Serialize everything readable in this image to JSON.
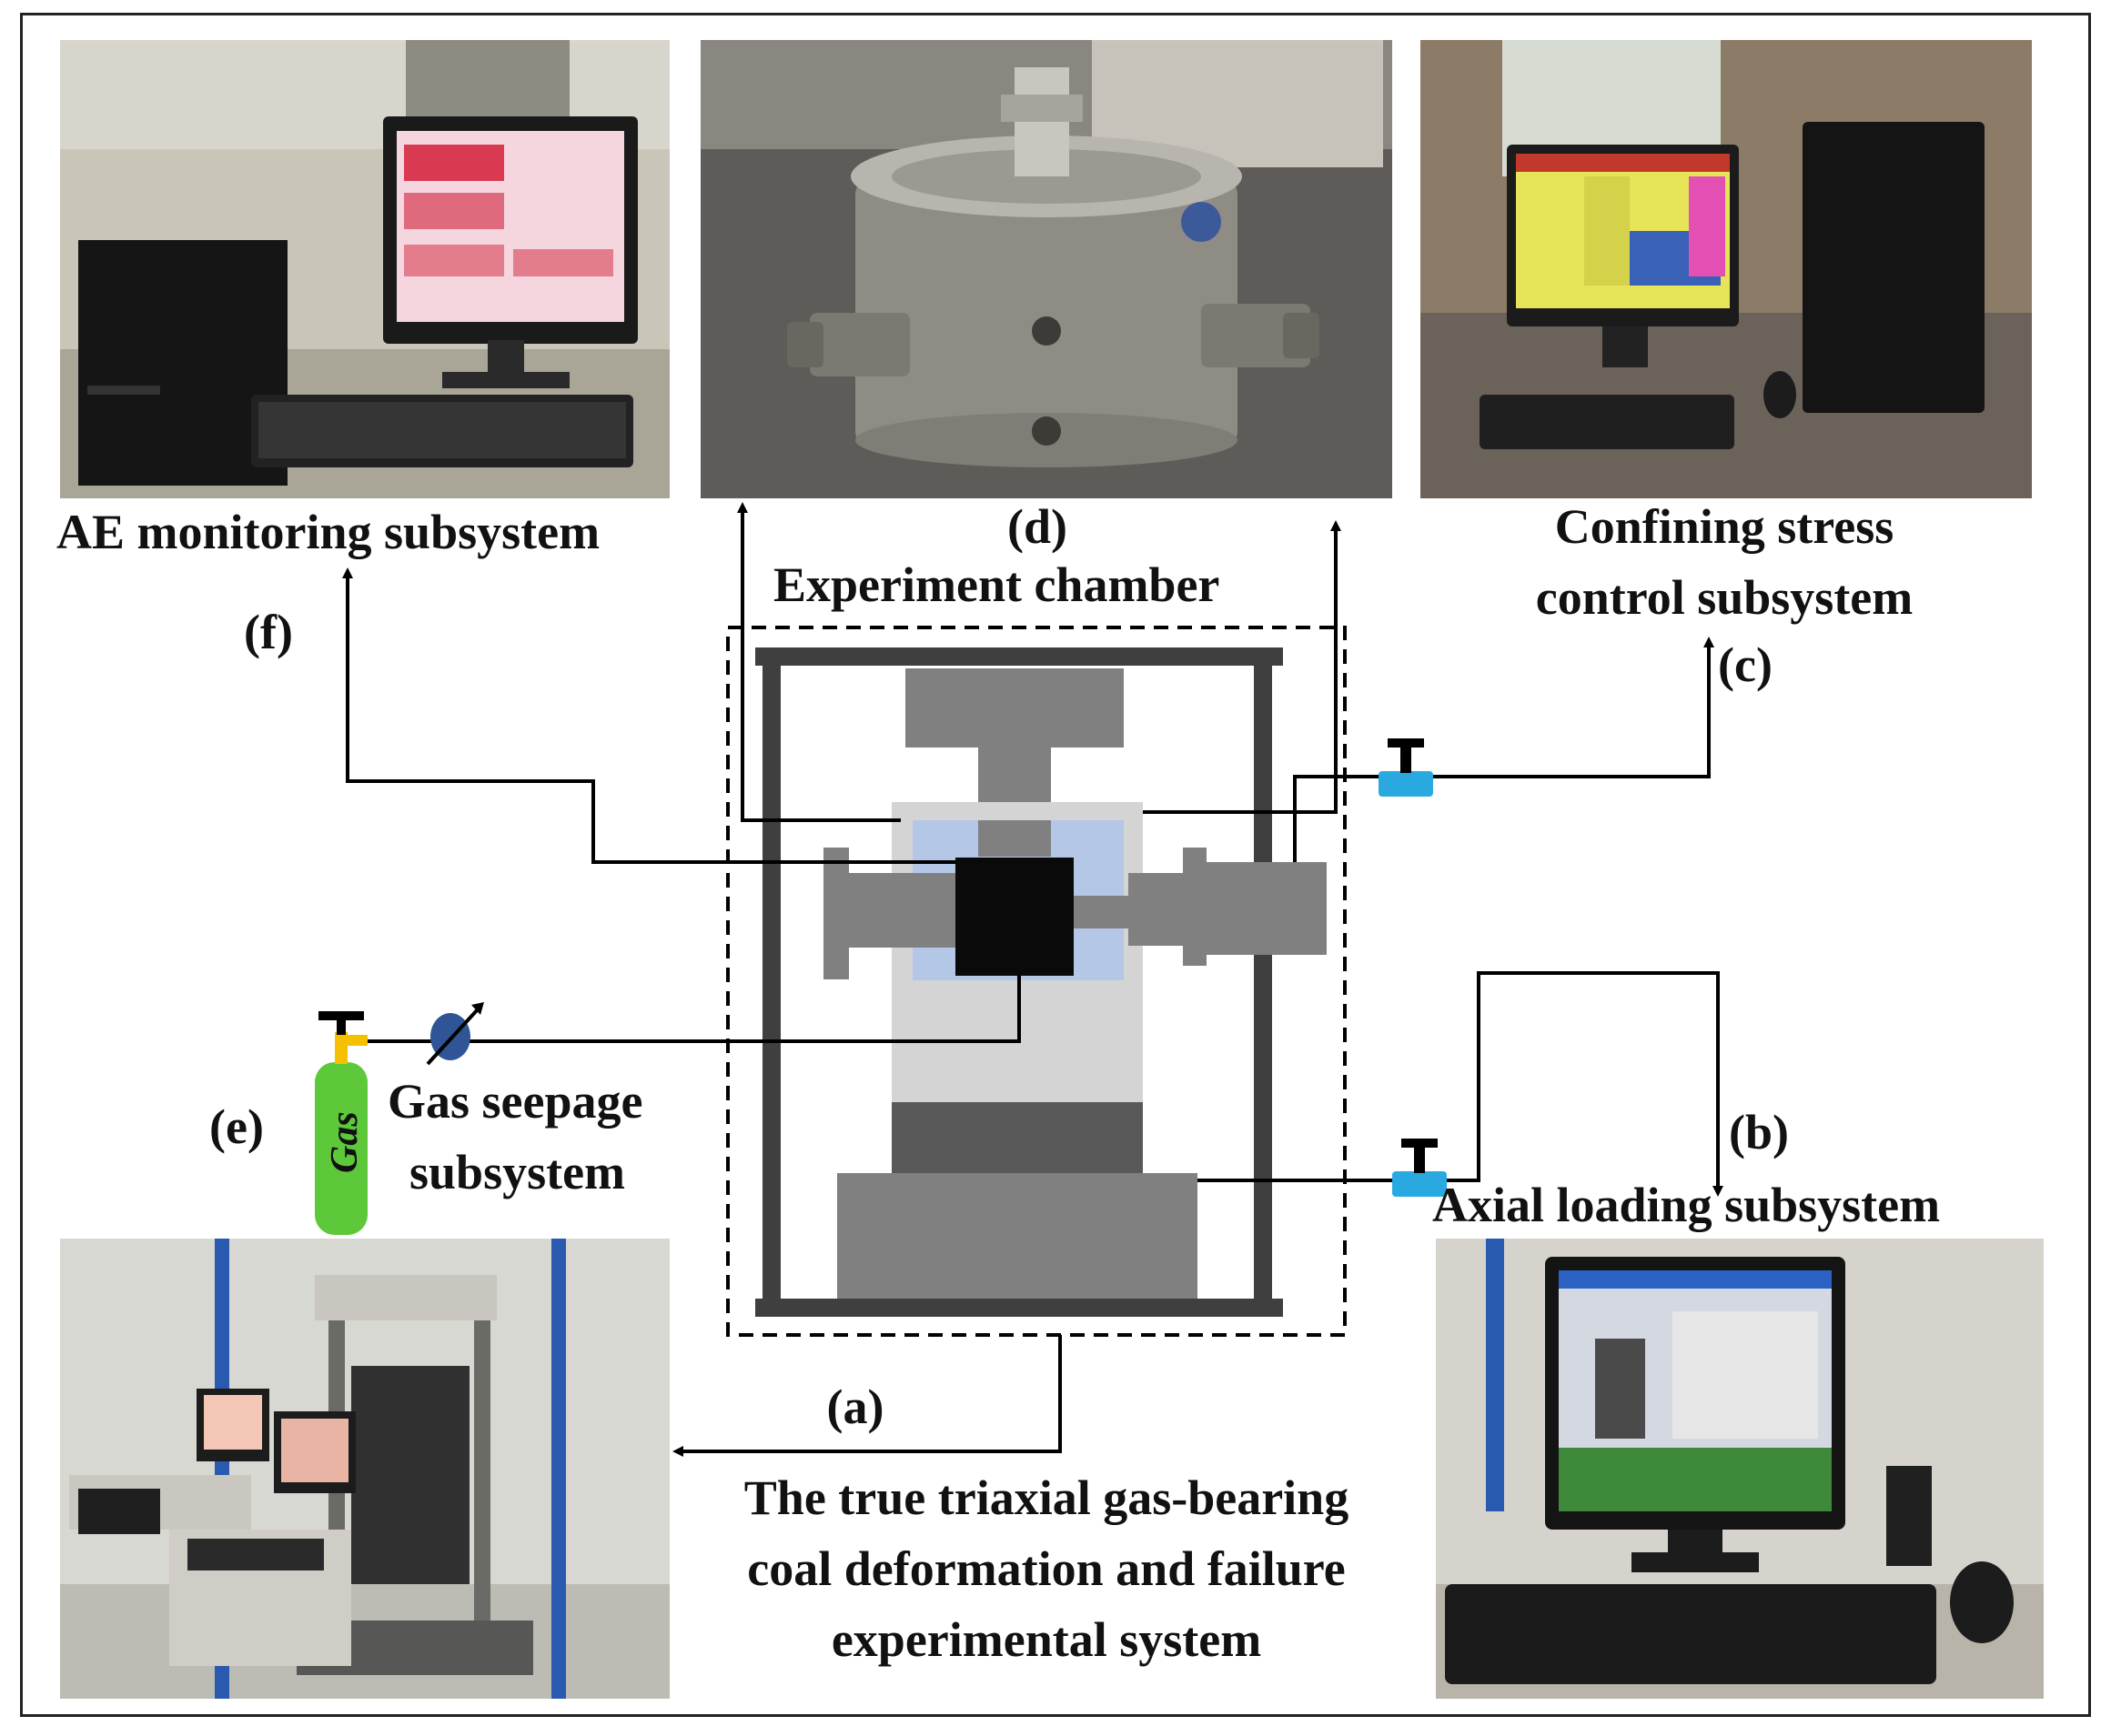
{
  "labels": {
    "ae_title": "AE monitoring subsystem",
    "ae_tag": "(f)",
    "chamber_tag": "(d)",
    "chamber_title": "Experiment chamber",
    "confining_line1": "Confining stress",
    "confining_line2": "control subsystem",
    "confining_tag": "(c)",
    "gas_tag": "(e)",
    "gas_line1": "Gas seepage",
    "gas_line2": "subsystem",
    "gas_cylinder_text": "Gas",
    "axial_tag": "(b)",
    "axial_title": "Axial loading subsystem",
    "system_tag": "(a)",
    "system_line1": "The true triaxial gas-bearing",
    "system_line2": "coal deformation and failure",
    "system_line3": "experimental system"
  },
  "colors": {
    "frame": "#3f3f3f",
    "piston": "#808080",
    "chamber_light": "#d4d4d4",
    "chamber_blue": "#b4c7e7",
    "coal_sample": "#0a0a0a",
    "valve": "#29a9e0",
    "gas_cylinder": "#5cc83a",
    "gas_valve": "#f5c000",
    "flowmeter": "#2f5597",
    "line": "#000000"
  },
  "photos": [
    {
      "name": "ae-monitoring-photo",
      "icon": "computer-tower-monitor-icon"
    },
    {
      "name": "experiment-chamber-photo",
      "icon": "pressure-chamber-icon"
    },
    {
      "name": "confining-stress-photo",
      "icon": "computer-monitor-icon"
    },
    {
      "name": "system-overview-photo",
      "icon": "loading-frame-icon"
    },
    {
      "name": "axial-loading-photo",
      "icon": "computer-monitor-icon"
    }
  ]
}
